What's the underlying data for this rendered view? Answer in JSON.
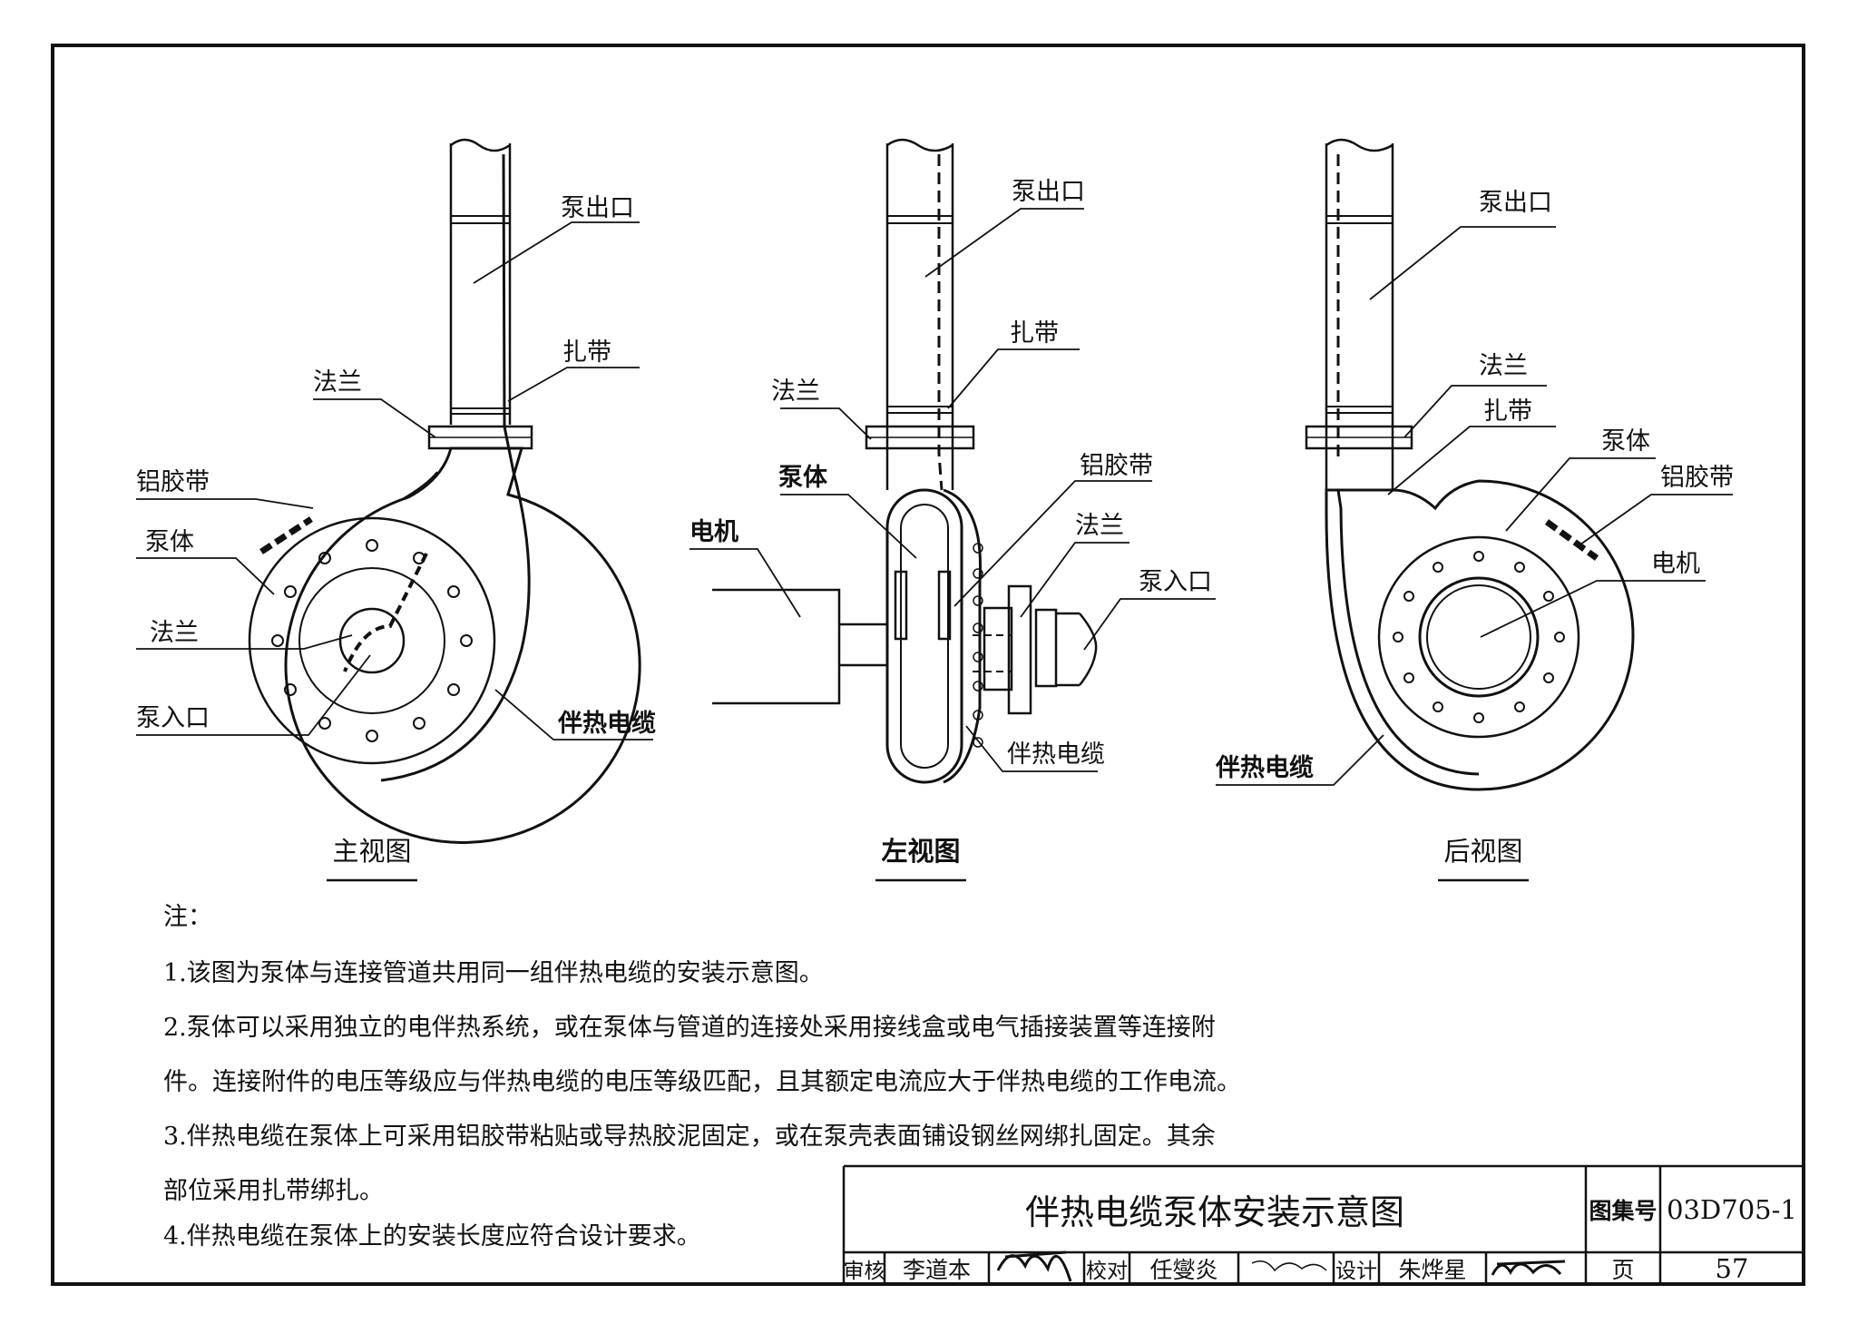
{
  "views": {
    "front": {
      "caption": "主视图",
      "labels": {
        "pump_outlet": "泵出口",
        "cable_tie": "扎带",
        "flange_top": "法兰",
        "aluminum_tape": "铝胶带",
        "pump_body": "泵体",
        "flange_center": "法兰",
        "pump_inlet": "泵入口",
        "heat_cable": "伴热电缆"
      }
    },
    "left": {
      "caption": "左视图",
      "labels": {
        "pump_outlet": "泵出口",
        "cable_tie": "扎带",
        "flange_top": "法兰",
        "pump_body": "泵体",
        "motor": "电机",
        "aluminum_tape": "铝胶带",
        "flange_side": "法兰",
        "pump_inlet": "泵入口",
        "heat_cable": "伴热电缆"
      }
    },
    "rear": {
      "caption": "后视图",
      "labels": {
        "pump_outlet": "泵出口",
        "flange_top": "法兰",
        "cable_tie": "扎带",
        "pump_body": "泵体",
        "aluminum_tape": "铝胶带",
        "motor": "电机",
        "heat_cable": "伴热电缆"
      }
    }
  },
  "notes": {
    "heading": "注：",
    "lines": [
      "1.该图为泵体与连接管道共用同一组伴热电缆的安装示意图。",
      "2.泵体可以采用独立的电伴热系统，或在泵体与管道的连接处采用接线盒或电气插接装置等连接附",
      "件。连接附件的电压等级应与伴热电缆的电压等级匹配，且其额定电流应大于伴热电缆的工作电流。",
      "3.伴热电缆在泵体上可采用铝胶带粘贴或导热胶泥固定，或在泵壳表面铺设钢丝网绑扎固定。其余",
      "部位采用扎带绑扎。",
      "4.伴热电缆在泵体上的安装长度应符合设计要求。"
    ]
  },
  "title_block": {
    "title": "伴热电缆泵体安装示意图",
    "atlas_no_label": "图集号",
    "atlas_no": "03D705-1",
    "review_label": "审核",
    "reviewer": "李道本",
    "reviewer_signature": "李道本",
    "check_label": "校对",
    "checker": "任燮炎",
    "checker_signature": "任燮炎",
    "design_label": "设计",
    "designer": "朱烨星",
    "designer_signature": "朱烨星",
    "page_label": "页",
    "page_no": "57"
  }
}
